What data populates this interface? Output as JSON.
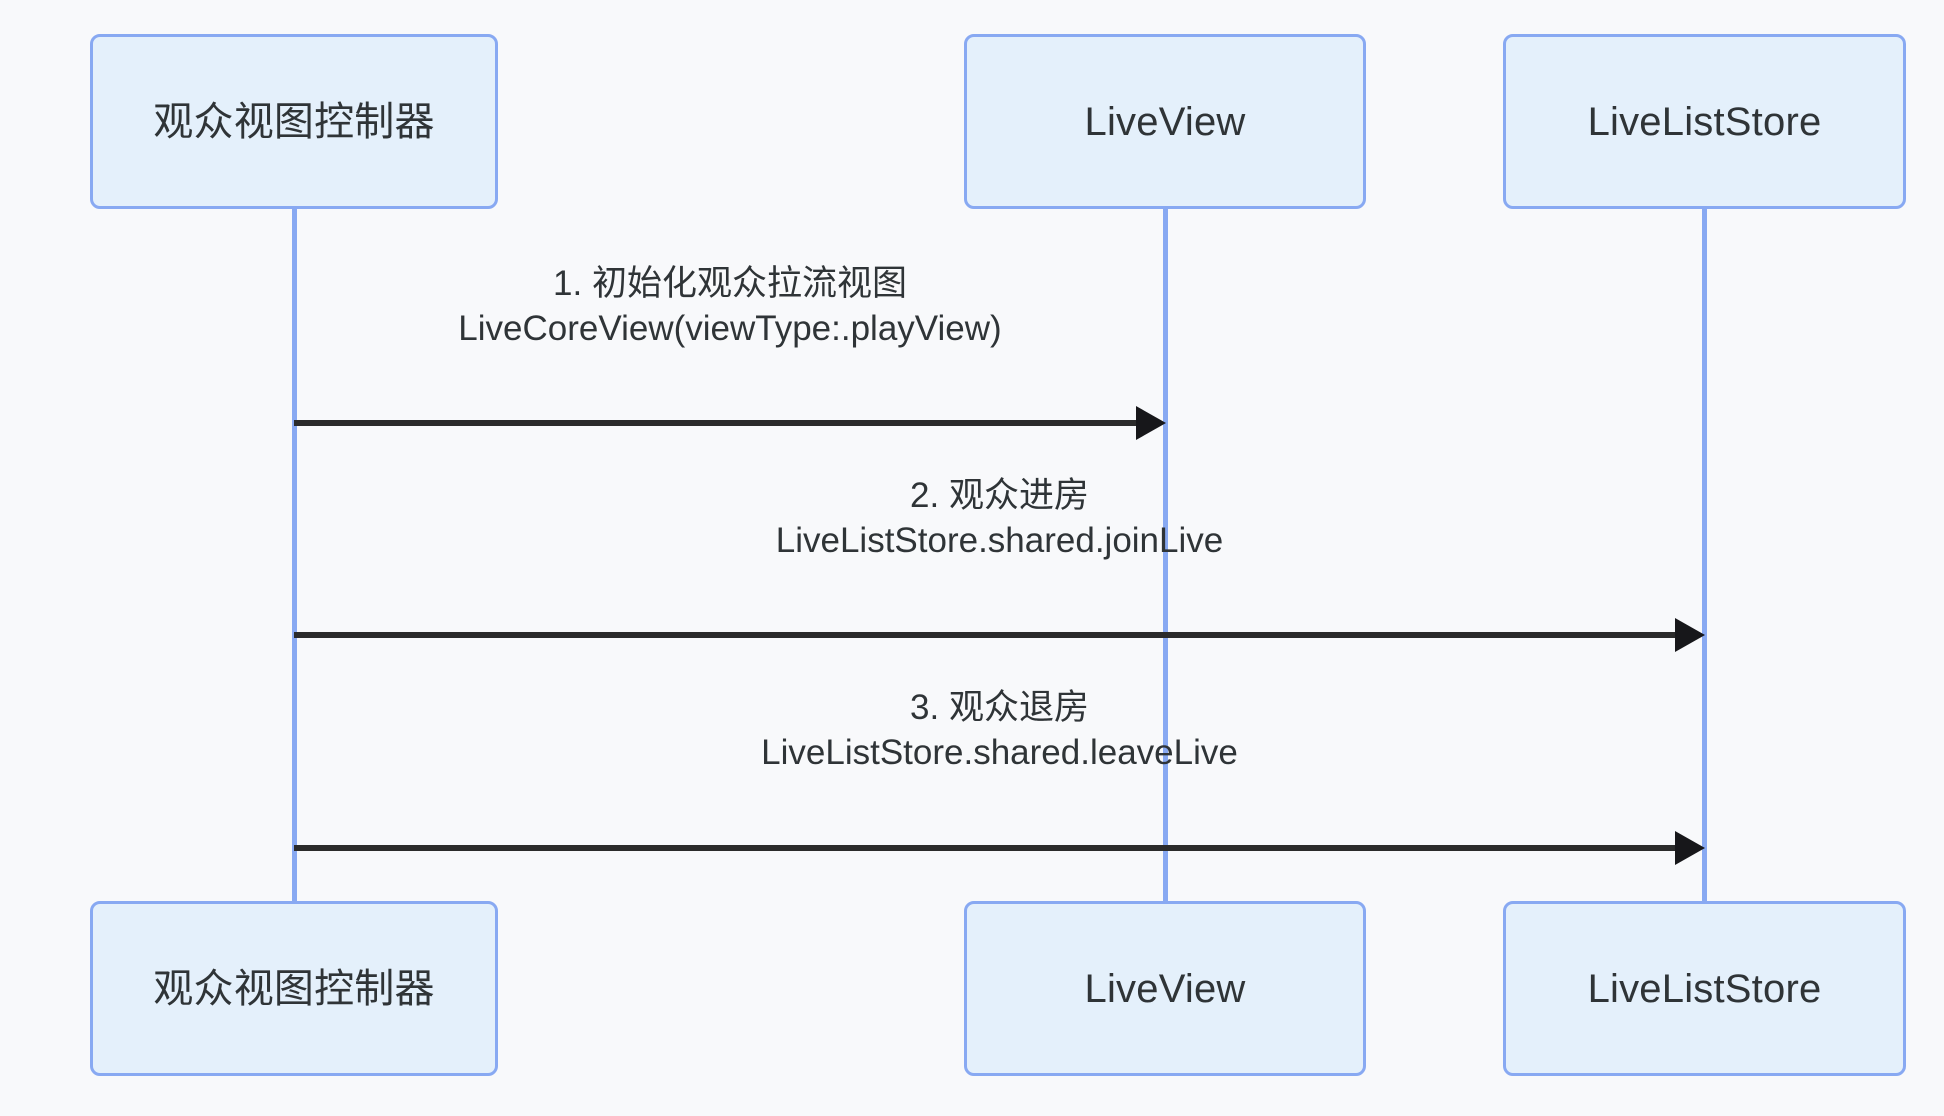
{
  "diagram": {
    "type": "sequence-diagram",
    "background_color": "#f8f9fb",
    "box_fill_color": "#e4f0fb",
    "box_border_color": "#88a9f2",
    "lifeline_color": "#88a9f2",
    "message_color": "#2b2b2b",
    "text_color": "#2f3437",
    "participants": [
      {
        "id": "viewer-vc",
        "label": "观众视图控制器"
      },
      {
        "id": "live-view",
        "label": "LiveView"
      },
      {
        "id": "live-list-store",
        "label": "LiveListStore"
      }
    ],
    "messages": [
      {
        "index": "1.",
        "title": "初始化观众拉流视图",
        "call": "LiveCoreView(viewType:.playView)",
        "label_line_1": "1. 初始化观众拉流视图",
        "label_line_2": "LiveCoreView(viewType:.playView)",
        "from": "观众视图控制器",
        "to": "LiveView",
        "arrow": "solid-filled-arrow"
      },
      {
        "index": "2.",
        "title": "观众进房",
        "call": "LiveListStore.shared.joinLive",
        "label_line_1": "2. 观众进房",
        "label_line_2": "LiveListStore.shared.joinLive",
        "from": "观众视图控制器",
        "to": "LiveListStore",
        "arrow": "solid-filled-arrow"
      },
      {
        "index": "3.",
        "title": "观众退房",
        "call": "LiveListStore.shared.leaveLive",
        "label_line_1": "3. 观众退房",
        "label_line_2": "LiveListStore.shared.leaveLive",
        "from": "观众视图控制器",
        "to": "LiveListStore",
        "arrow": "solid-filled-arrow"
      }
    ],
    "footer_participants": [
      {
        "id": "viewer-vc-footer",
        "label": "观众视图控制器"
      },
      {
        "id": "live-view-footer",
        "label": "LiveView"
      },
      {
        "id": "live-list-store-footer",
        "label": "LiveListStore"
      }
    ]
  }
}
